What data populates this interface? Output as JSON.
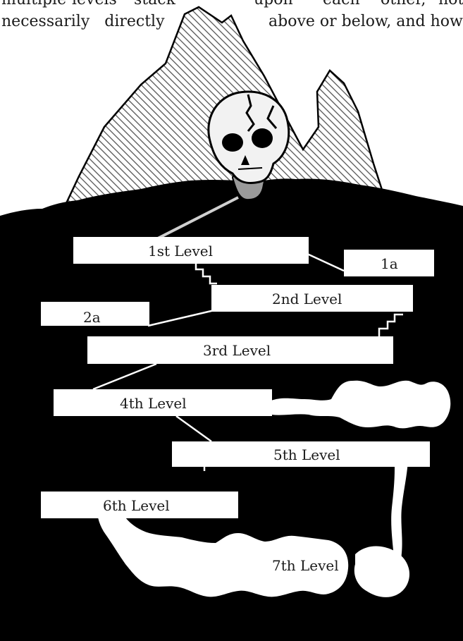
{
  "intro_text": {
    "line1_words": [
      "multiple",
      "levels",
      "stack",
      "upon",
      "each",
      "other,",
      "not"
    ],
    "line2_left": "necessarily directly",
    "line2_right": "above or below, and how"
  },
  "levels": [
    {
      "id": "1",
      "label": "1st Level"
    },
    {
      "id": "1a",
      "label": "1a"
    },
    {
      "id": "2",
      "label": "2nd Level"
    },
    {
      "id": "2a",
      "label": "2a"
    },
    {
      "id": "3",
      "label": "3rd Level"
    },
    {
      "id": "4",
      "label": "4th Level"
    },
    {
      "id": "5",
      "label": "5th Level"
    },
    {
      "id": "6",
      "label": "6th Level"
    },
    {
      "id": "7",
      "label": "7th Level"
    }
  ],
  "colors": {
    "mountain_stripe": "#555555",
    "rock": "#000000",
    "skull": "#f2f2f2",
    "skull_throat": "#9a9a9a",
    "passage": "#d0d0d0",
    "cave": "#ffffff",
    "box": "#ffffff"
  }
}
